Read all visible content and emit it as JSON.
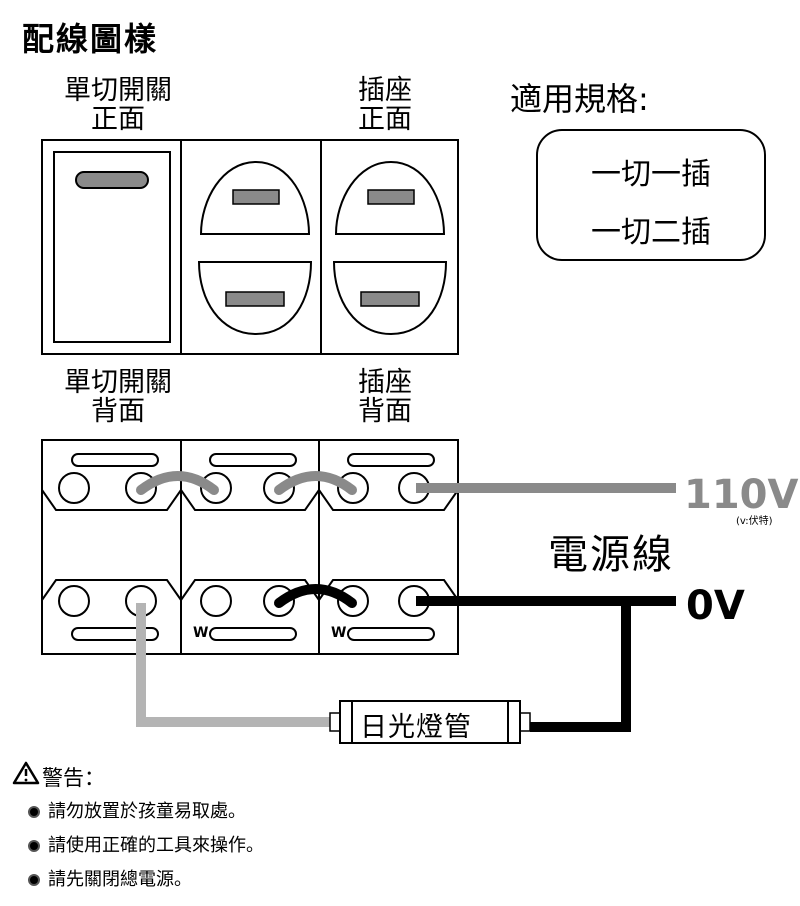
{
  "title": "配線圖樣",
  "front": {
    "switch_label": [
      "單切開關",
      "正面"
    ],
    "socket_label": [
      "插座",
      "正面"
    ]
  },
  "back": {
    "switch_label": [
      "單切開關",
      "背面"
    ],
    "socket_label": [
      "插座",
      "背面"
    ]
  },
  "spec": {
    "title": "適用規格:",
    "items": [
      "一切一插",
      "一切二插"
    ]
  },
  "wires": {
    "hot_label": "110V",
    "hot_note": "(v:伏特)",
    "neutral_label": "0V",
    "cable_label": "電源線",
    "hot_color": "#8a8a8a",
    "switched_color": "#b4b4b4",
    "neutral_color": "#000000"
  },
  "terminal_mark": "W",
  "lamp_label": "日光燈管",
  "warning": {
    "title": "警告：",
    "items": [
      "請勿放置於孩童易取處。",
      "請使用正確的工具來操作。",
      "請先關閉總電源。"
    ]
  }
}
